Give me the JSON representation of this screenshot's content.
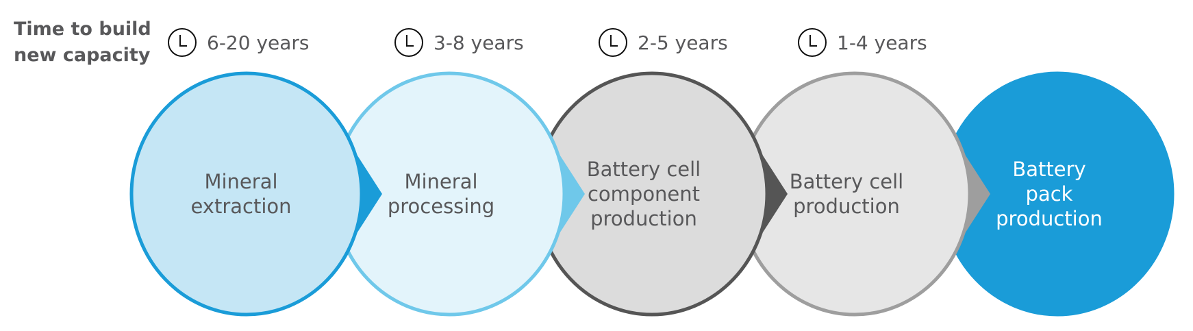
{
  "heading": {
    "line1": "Time to build",
    "line2": "new capacity"
  },
  "stages": [
    {
      "lines": [
        "Mineral",
        "extraction"
      ],
      "time": "6-20 years",
      "fill": "#c5e6f5",
      "stroke": "#1a9cd8",
      "text_color": "#58585a",
      "icon": "clock-icon"
    },
    {
      "lines": [
        "Mineral",
        "processing"
      ],
      "time": "3-8 years",
      "fill": "#e3f4fb",
      "stroke": "#6fc8ea",
      "text_color": "#58585a",
      "icon": "clock-icon"
    },
    {
      "lines": [
        "Battery cell",
        "component",
        "production"
      ],
      "time": "2-5 years",
      "fill": "#dcdcdc",
      "stroke": "#555555",
      "text_color": "#58585a",
      "icon": "clock-icon"
    },
    {
      "lines": [
        "Battery cell",
        "production"
      ],
      "time": "1-4 years",
      "fill": "#e6e6e6",
      "stroke": "#9e9e9e",
      "text_color": "#58585a",
      "icon": "clock-icon"
    },
    {
      "lines": [
        "Battery",
        "pack",
        "production"
      ],
      "fill": "#1a9cd8",
      "stroke": "#1a9cd8",
      "text_color": "#ffffff"
    }
  ]
}
